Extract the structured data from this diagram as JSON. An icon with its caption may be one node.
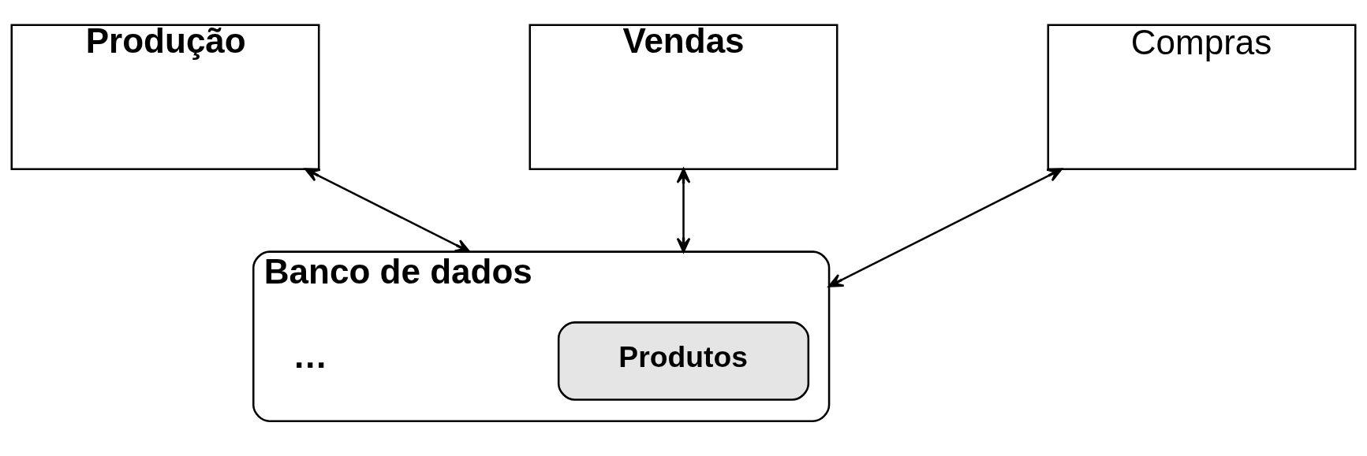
{
  "diagram": {
    "nodes": [
      {
        "text": [
          "Produção"
        ]
      },
      {
        "text": [
          "Vendas"
        ]
      },
      {
        "text": [
          "Compras"
        ]
      },
      {
        "text": [
          "Banco de dados"
        ]
      },
      {
        "text": [
          "Produtos"
        ],
        "in": 3
      }
    ],
    "edges": [
      {
        "from": 0,
        "to": 3,
        "arrow": "both"
      },
      {
        "from": 1,
        "to": 3,
        "arrow": "both"
      },
      {
        "from": 2,
        "to": 3,
        "arrow": "both"
      }
    ],
    "labels": [
      "…"
    ]
  }
}
